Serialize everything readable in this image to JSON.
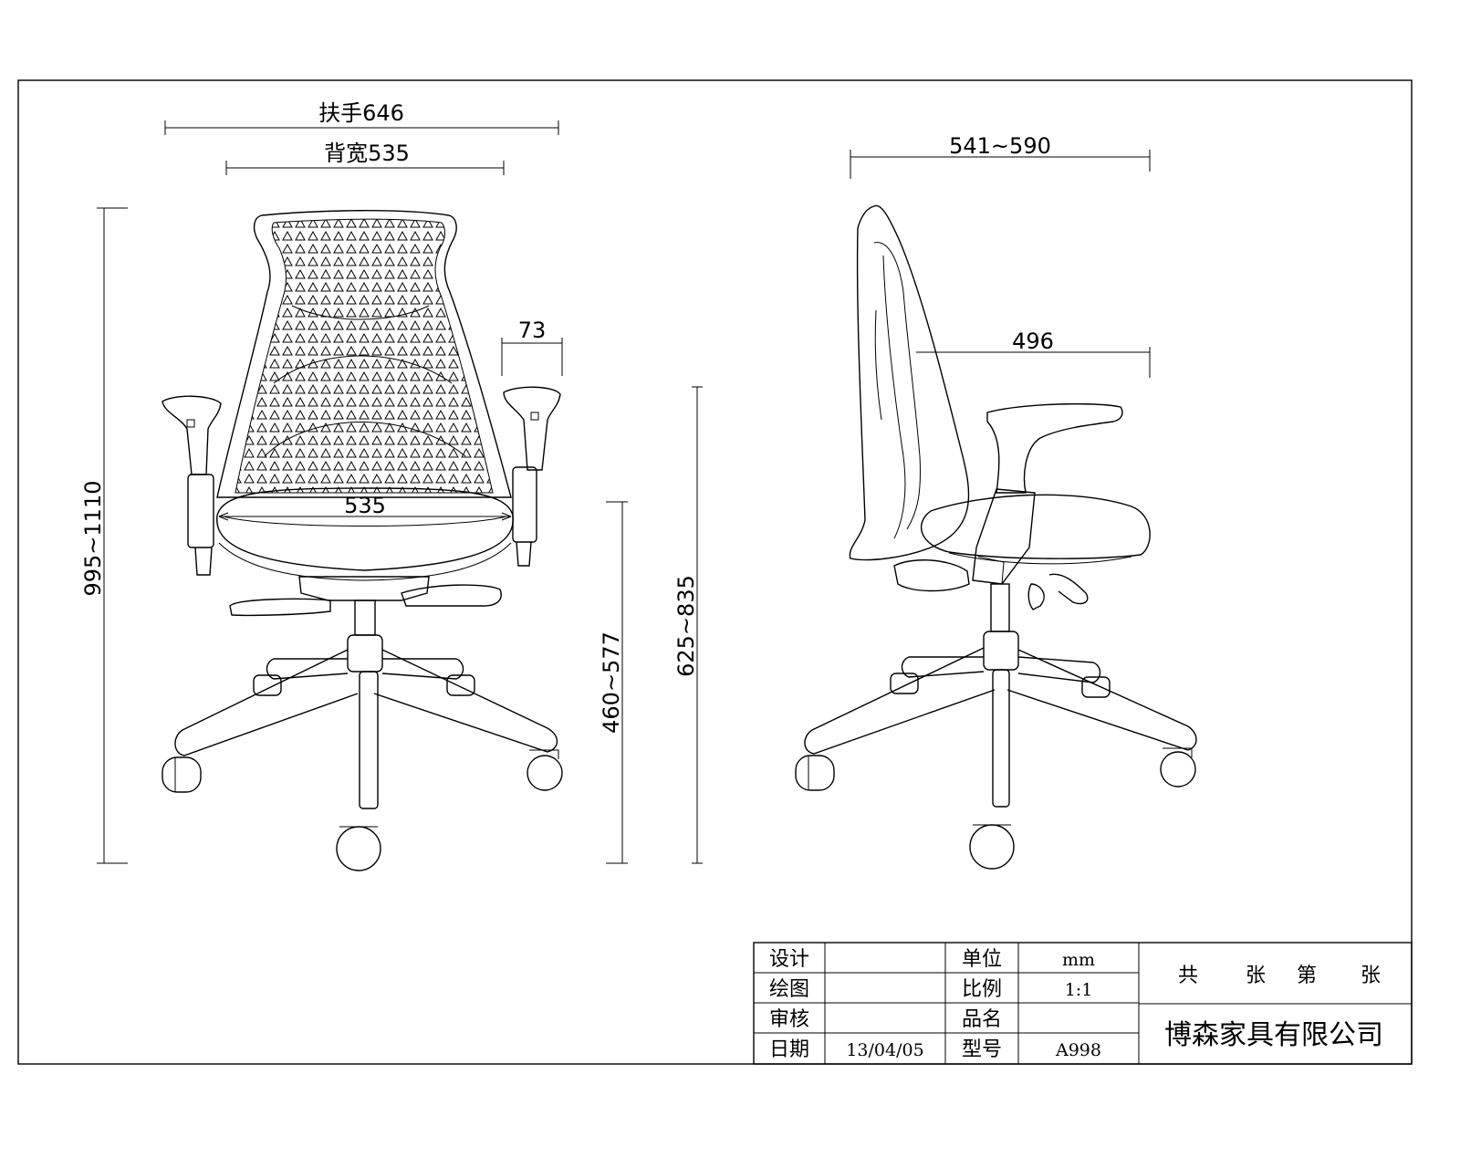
{
  "front_view": {
    "armrest_width": "扶手646",
    "back_width": "背宽535",
    "seat_width": "535",
    "armrest_thickness": "73",
    "overall_height": "995~1110",
    "seat_height": "460~577"
  },
  "side_view": {
    "depth": "541~590",
    "seat_depth": "496",
    "armrest_height": "625~835"
  },
  "title_block": {
    "design_label": "设计",
    "design_value": "",
    "drawing_label": "绘图",
    "drawing_value": "",
    "review_label": "审核",
    "review_value": "",
    "date_label": "日期",
    "date_value": "13/04/05",
    "unit_label": "单位",
    "unit_value": "mm",
    "scale_label": "比例",
    "scale_value": "1:1",
    "product_label": "品名",
    "product_value": "",
    "model_label": "型号",
    "model_value": "A998",
    "sheet_total": "共",
    "sheet_word": "张",
    "sheet_index": "第",
    "sheet_word_2": "张",
    "company": "博森家具有限公司"
  }
}
